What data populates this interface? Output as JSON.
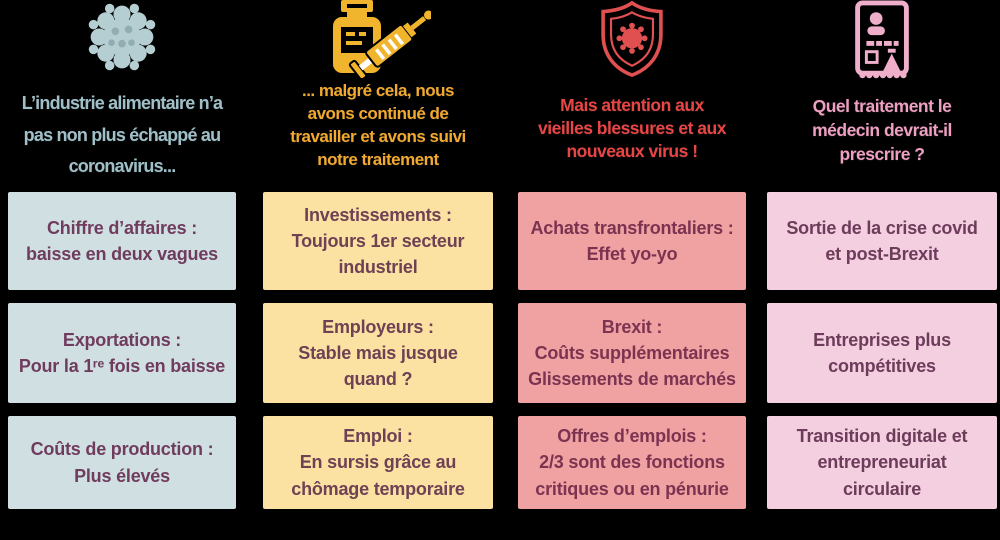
{
  "page": {
    "background_color": "#000000"
  },
  "columns": [
    {
      "id": "coronavirus-impact",
      "icon": "virus-icon",
      "accent_color": "#9fc0c8",
      "icon_color": "#b5ced1",
      "box_bg": "#d0e0e2",
      "text_color": "#703c5e",
      "header": "L’industrie alimentaire n’a\npas non plus échappé au\ncoronavirus...",
      "boxes": [
        "Chiffre d’affaires :\nbaisse en deux vagues",
        "Exportations :\nPour la 1ʳᵉ fois en baisse",
        "Coûts de production :\nPlus élevés"
      ]
    },
    {
      "id": "treatment-continued",
      "icon": "vaccine-syringe-icon",
      "accent_color": "#f1a92f",
      "icon_color": "#f0b42d",
      "box_bg": "#fbe2a2",
      "text_color": "#6e4154",
      "header": "... malgré cela, nous\navons continué de\ntravailler et avons suivi\nnotre traitement",
      "boxes": [
        "Investissements :\nToujours 1er secteur\nindustriel",
        "Employeurs :\nStable mais jusque\nquand ?",
        "Emploi :\nEn sursis grâce au\nchômage temporaire"
      ]
    },
    {
      "id": "warnings",
      "icon": "shield-virus-icon",
      "accent_color": "#e84545",
      "icon_color": "#e05050",
      "box_bg": "#f0a2a3",
      "text_color": "#7c3350",
      "header": "Mais attention aux\nvieilles blessures et aux\nnouveaux virus !",
      "boxes": [
        "Achats transfrontaliers :\nEffet yo-yo",
        "Brexit :\nCoûts supplémentaires\nGlissements de marchés",
        "Offres d’emplois :\n2/3 sont des fonctions\ncritiques ou en pénurie"
      ]
    },
    {
      "id": "prescription",
      "icon": "prescription-icon",
      "accent_color": "#ee9fc2",
      "icon_color": "#efaec9",
      "box_bg": "#f3cfe0",
      "text_color": "#6d3c5a",
      "header": "Quel traitement le\nmédecin devrait-il\nprescrire ?",
      "boxes": [
        "Sortie de la crise covid\net post-Brexit",
        "Entreprises plus\ncompétitives",
        "Transition digitale et\nentrepreneuriat\ncirculaire"
      ]
    }
  ]
}
